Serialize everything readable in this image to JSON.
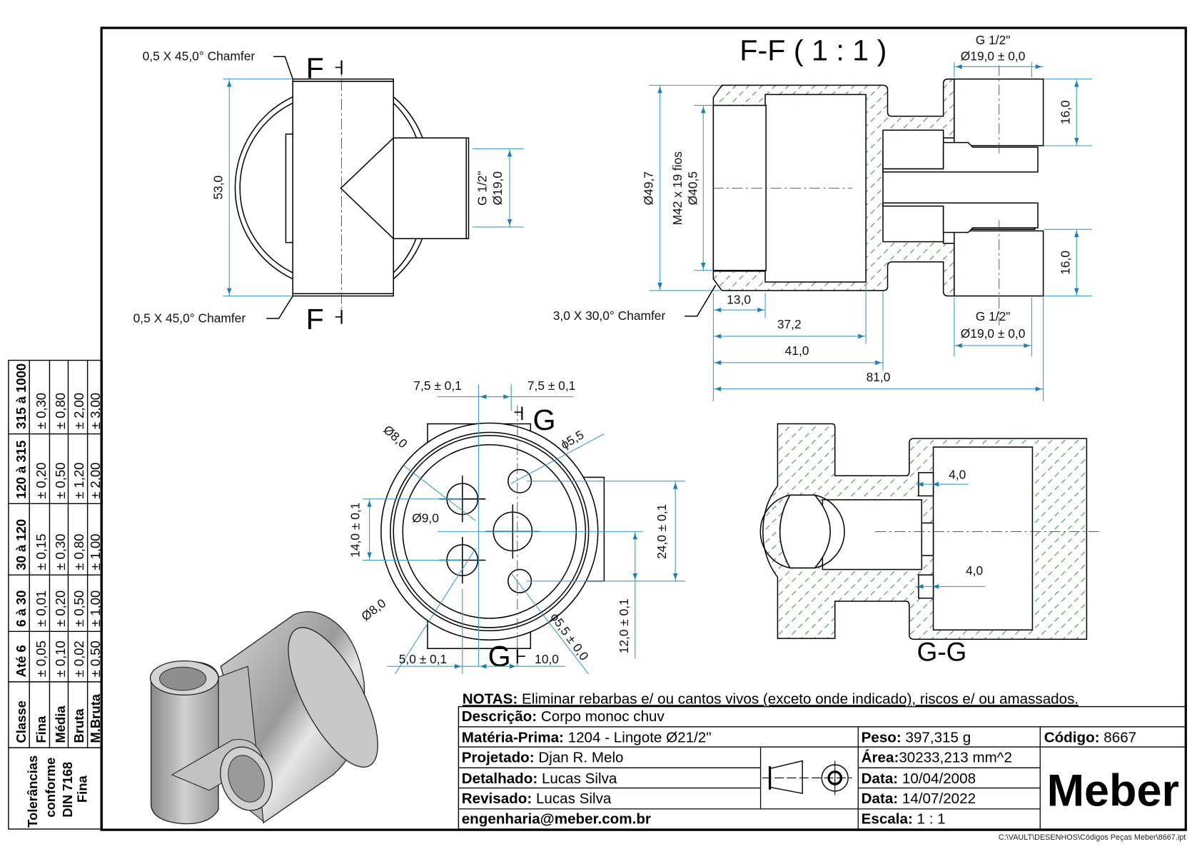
{
  "drawing": {
    "section_ff_title": "F-F ( 1 : 1 )",
    "section_gg_title": "G-G",
    "section_marker_f": "F",
    "section_marker_g": "G",
    "top_view": {
      "chamfer_top": "0,5 X 45,0° Chamfer",
      "chamfer_bottom": "0,5 X 45,0° Chamfer",
      "height_dim": "53,0",
      "port_thread": "G 1/2\"",
      "port_dia": "Ø19,0"
    },
    "section_ff": {
      "port_top_thread": "G 1/2\"",
      "port_top_dia": "Ø19,0 ± 0,0",
      "port_bottom_thread": "G 1/2\"",
      "port_bottom_dia": "Ø19,0 ± 0,0",
      "outer_dia": "Ø49,7",
      "thread_spec": "M42 x 19 fios",
      "inner_dia": "Ø40,5",
      "chamfer": "3,0 X 30,0° Chamfer",
      "dim_13": "13,0",
      "dim_37": "37,2",
      "dim_41": "41,0",
      "dim_81": "81,0",
      "dim_16_top": "16,0",
      "dim_16_bottom": "16,0"
    },
    "front_view": {
      "dim_7_5_left": "7,5 ± 0,1",
      "dim_7_5_right": "7,5 ± 0,1",
      "hole_8_top": "Ø8,0",
      "hole_8_bottom": "Ø8,0",
      "hole_9": "Ø9,0",
      "hole_5_5_top": "ϕ5,5",
      "hole_5_5_bottom": "ϕ5,5 ± 0,0",
      "dim_14": "14,0 ± 0,1",
      "dim_24": "24,0 ± 0,1",
      "dim_12": "12,0 ± 0,1",
      "dim_5": "5,0 ± 0,1",
      "dim_10": "10,0"
    },
    "section_gg": {
      "dim_4_top": "4,0",
      "dim_4_bottom": "4,0"
    }
  },
  "tolerance_table": {
    "title_lines": [
      "Tolerâncias",
      "conforme",
      "DIN 7168",
      "Fina"
    ],
    "header": [
      "Classe",
      "Até 6",
      "6 à 30",
      "30 à 120",
      "120 à 315",
      "315 à 1000"
    ],
    "rows": [
      {
        "classe": "Fina",
        "values": [
          "± 0,05",
          "± 0,01",
          "± 0,15",
          "± 0,20",
          "± 0,30"
        ]
      },
      {
        "classe": "Média",
        "values": [
          "± 0,10",
          "± 0,20",
          "± 0,30",
          "± 0,50",
          "± 0,80"
        ]
      },
      {
        "classe": "Bruta",
        "values": [
          "± 0,02",
          "± 0,50",
          "± 0,80",
          "± 1,20",
          "± 2,00"
        ]
      },
      {
        "classe": "M.Bruta",
        "values": [
          "± 0,50",
          "± 1,00",
          "± 1,00",
          "± 2,00",
          "± 3,00"
        ]
      }
    ]
  },
  "notes": {
    "label": "NOTAS:",
    "text": " Eliminar rebarbas e/ ou cantos vivos (exceto onde indicado), riscos e/ ou amassados."
  },
  "title_block": {
    "descricao_label": "Descrição:",
    "descricao": " Corpo monoc chuv",
    "materia_label": "Matéria-Prima:",
    "materia": " 1204 - Lingote Ø21/2\"",
    "projetado_label": "Projetado:",
    "projetado": " Djan R. Melo",
    "detalhado_label": "Detalhado:",
    "detalhado": " Lucas Silva",
    "revisado_label": "Revisado:",
    "revisado": " Lucas Silva",
    "email": "engenharia@meber.com.br",
    "peso_label": "Peso:",
    "peso": " 397,315 g",
    "area_label": "Área:",
    "area": "30233,213 mm^2",
    "data1_label": "Data:",
    "data1": " 10/04/2008",
    "data2_label": "Data:",
    "data2": " 14/07/2022",
    "escala_label": "Escala:",
    "escala": " 1 : 1",
    "codigo_label": "Código:",
    "codigo": " 8667",
    "logo": "Meber",
    "projection_symbol": "first-angle-projection-icon"
  },
  "file_path": "C:\\VAULT\\DESENHOS\\Códigos Peças Meber\\8667.ipt",
  "colors": {
    "dimension": "#3b9bc9",
    "hatch": "#3a9a3a",
    "border": "#000000"
  }
}
